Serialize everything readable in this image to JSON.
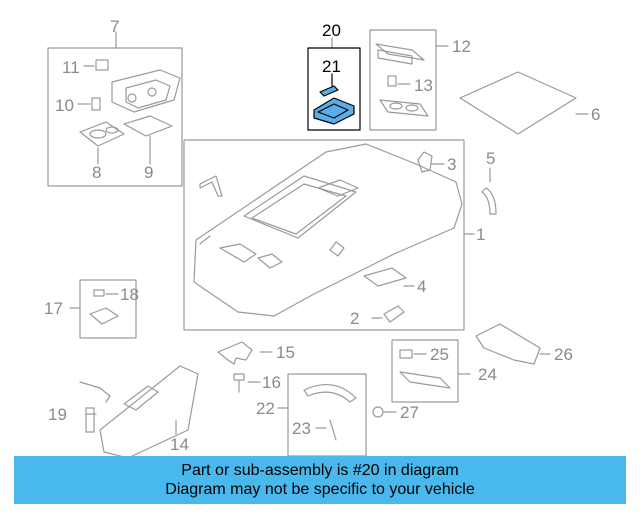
{
  "callouts": {
    "n1": "1",
    "n2": "2",
    "n3": "3",
    "n4": "4",
    "n5": "5",
    "n6": "6",
    "n7": "7",
    "n8": "8",
    "n9": "9",
    "n10": "10",
    "n11": "11",
    "n12": "12",
    "n13": "13",
    "n14": "14",
    "n15": "15",
    "n16": "16",
    "n17": "17",
    "n18": "18",
    "n19": "19",
    "n20": "20",
    "n21": "21",
    "n22": "22",
    "n23": "23",
    "n24": "24",
    "n25": "25",
    "n26": "26",
    "n27": "27"
  },
  "highlighted_part": "20",
  "banner": {
    "line1": "Part or sub-assembly is #20 in diagram",
    "line2": "Diagram may not be specific to your vehicle"
  },
  "colors": {
    "banner_bg": "#49b8ec",
    "highlight_fill": "#5aaee8",
    "line_gray": "#9a9a9a",
    "text_gray": "#8a8a8a",
    "text_dark": "#000000"
  }
}
